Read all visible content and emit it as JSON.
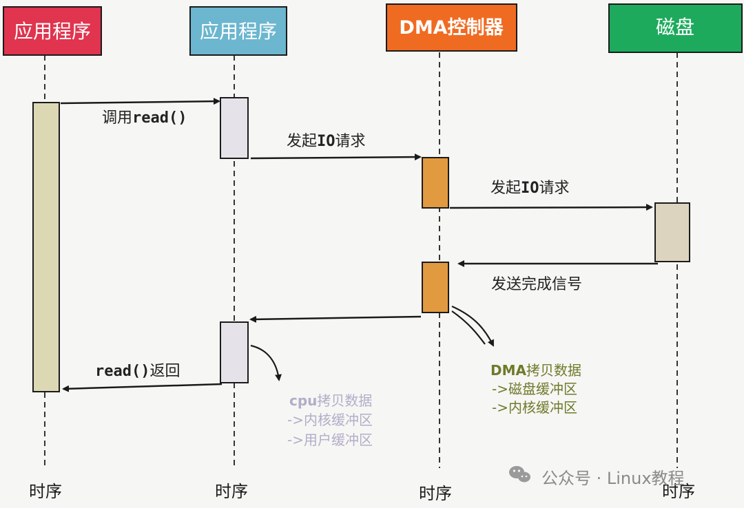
{
  "participants": [
    {
      "label": "应用程序",
      "color": "#e0344f"
    },
    {
      "label": "应用程序",
      "color": "#6cb6cf"
    },
    {
      "label": "DMA控制器",
      "color": "#f06b22"
    },
    {
      "label": "磁盘",
      "color": "#1daa5d"
    }
  ],
  "messages": {
    "call_read_prefix": "调用",
    "call_read_code": "read()",
    "io_request_1_pre": "发起",
    "io_request_1_code": "IO",
    "io_request_1_post": "请求",
    "io_request_2_pre": "发起",
    "io_request_2_code": "IO",
    "io_request_2_post": "请求",
    "complete_signal": "发送完成信号",
    "read_return_code": "read()",
    "read_return_suffix": "返回"
  },
  "notes": {
    "dma_copy_title_code": "DMA",
    "dma_copy_title_text": "拷贝数据",
    "dma_copy_line1": "->磁盘缓冲区",
    "dma_copy_line2": "->内核缓冲区",
    "cpu_copy_title_code": "cpu",
    "cpu_copy_title_text": "拷贝数据",
    "cpu_copy_line1": "->内核缓冲区",
    "cpu_copy_line2": "->用户缓冲区"
  },
  "timeline_label": "时序",
  "watermark": "公众号 · Linux教程",
  "colors": {
    "app_activation": "#dcd8b4",
    "kernel_activation": "#e6e2ea",
    "dma_activation": "#e19a40",
    "disk_activation": "#dcd4bf",
    "dma_note": "#6f7a2a",
    "cpu_note": "#b3adc8"
  }
}
